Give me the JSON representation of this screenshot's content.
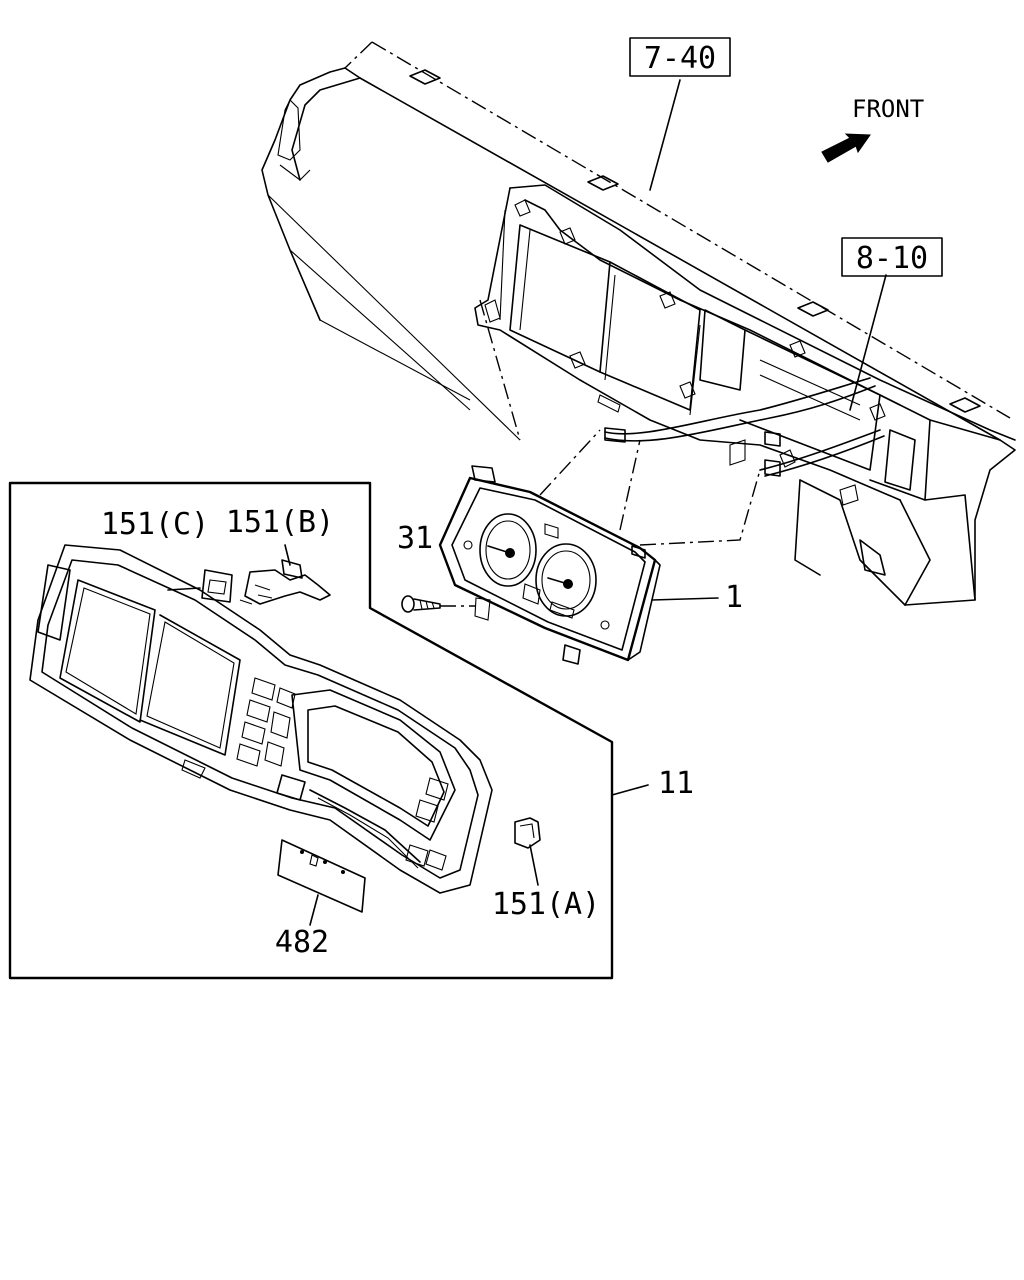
{
  "refs": {
    "ref_7_40": "7-40",
    "ref_8_10": "8-10"
  },
  "direction": {
    "label": "FRONT",
    "icon": "front-arrow-icon"
  },
  "callouts": {
    "p1": "1",
    "p11": "11",
    "p31": "31",
    "p151a": "151(A)",
    "p151b": "151(B)",
    "p151c": "151(C)",
    "p482": "482"
  }
}
